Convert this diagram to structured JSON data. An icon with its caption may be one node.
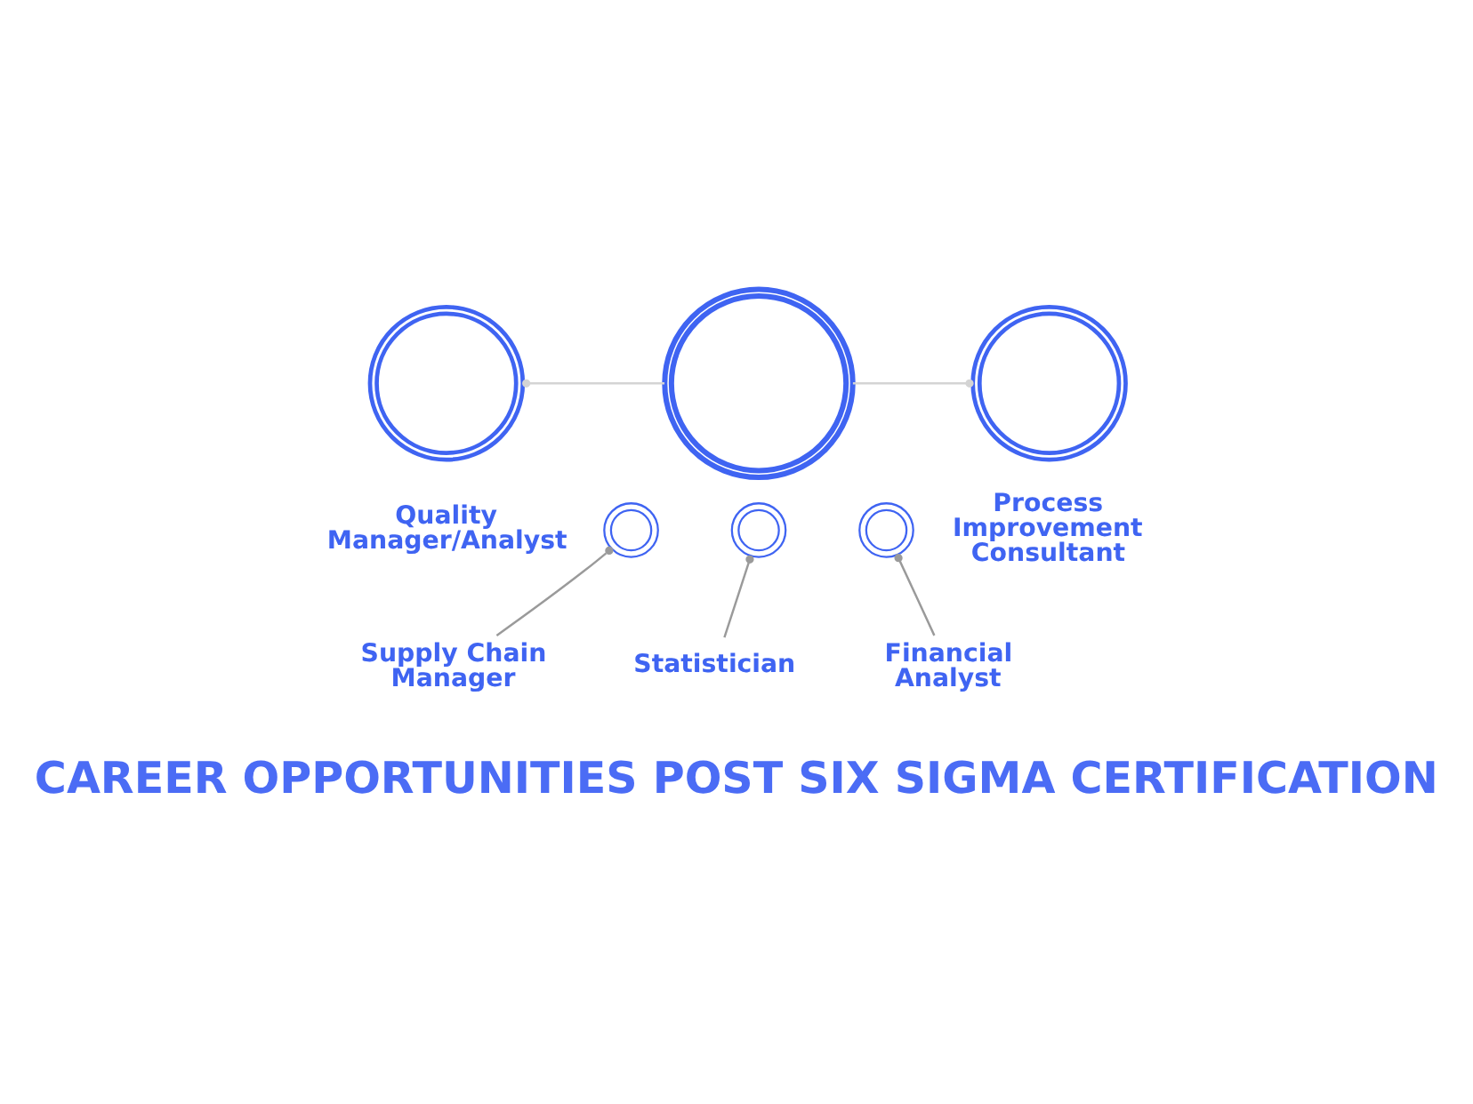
{
  "diagram": {
    "title": "CAREER OPPORTUNITIES POST SIX SIGMA CERTIFICATION",
    "nodes": [
      {
        "text": [],
        "shape": "circle",
        "beside": [
          "Quality Manager/Analyst"
        ]
      },
      {
        "text": [],
        "shape": "circle"
      },
      {
        "text": [],
        "shape": "circle",
        "beside": [
          "Process Improvement Consultant"
        ]
      },
      {
        "text": [],
        "shape": "circle"
      },
      {
        "text": [],
        "shape": "circle"
      },
      {
        "text": [],
        "shape": "circle"
      },
      {
        "text": [
          "Supply Chain Manager"
        ]
      },
      {
        "text": [
          "Statistician"
        ]
      },
      {
        "text": [
          "Financial Analyst"
        ]
      }
    ],
    "edges": [
      {
        "from": 1,
        "to": 0,
        "arrow": "other",
        "color": "#d4d4d4"
      },
      {
        "from": 1,
        "to": 2,
        "arrow": "other",
        "color": "#d4d4d4"
      },
      {
        "from": 6,
        "to": 3,
        "arrow": "other"
      },
      {
        "from": 7,
        "to": 4,
        "arrow": "other"
      },
      {
        "from": 8,
        "to": 5,
        "arrow": "other"
      }
    ]
  }
}
